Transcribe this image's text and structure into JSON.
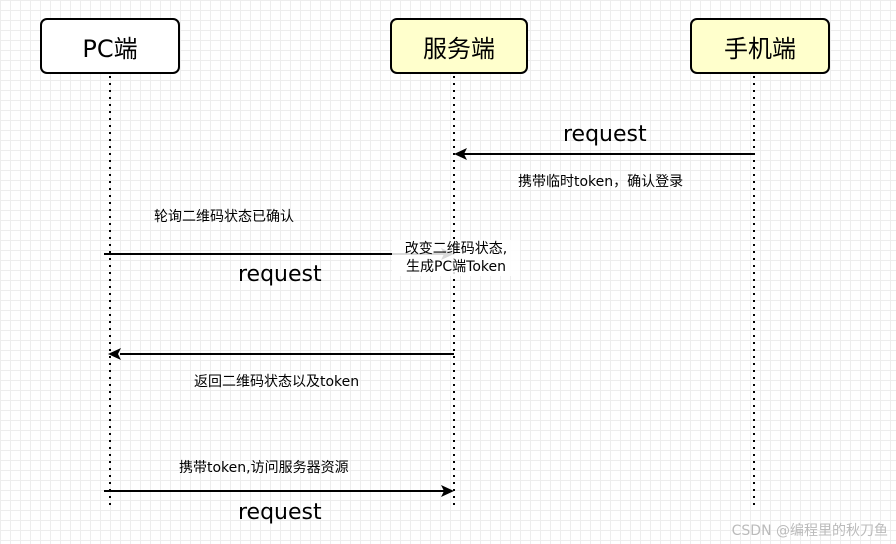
{
  "actors": {
    "pc": "PC端",
    "server": "服务端",
    "mobile": "手机端"
  },
  "messages": {
    "m1_arrow": "request",
    "m1_text": "携带临时token，确认登录",
    "m2_text": "轮询二维码状态已确认",
    "m2_arrow": "request",
    "server_note_line1": "改变二维码状态,",
    "server_note_line2": "生成PC端Token",
    "m3_text": "返回二维码状态以及token",
    "m4_text": "携带token,访问服务器资源",
    "m4_arrow": "request"
  },
  "watermark": "CSDN @编程里的秋刀鱼"
}
